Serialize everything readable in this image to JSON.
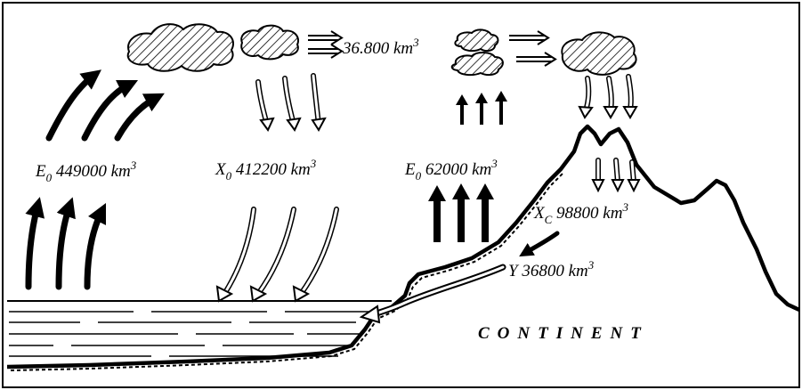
{
  "labels": {
    "evap_ocean": {
      "symbol": "E",
      "sub": "0",
      "value": " 449000 km",
      "sup": "3"
    },
    "precip_ocean": {
      "symbol": "X",
      "sub": "0",
      "value": " 412200 km",
      "sup": "3"
    },
    "evap_land": {
      "symbol": "E",
      "sub": "0",
      "value": " 62000 km",
      "sup": "3"
    },
    "precip_land": {
      "symbol": "X",
      "sub": "C",
      "value": " 98800 km",
      "sup": "3"
    },
    "runoff": {
      "symbol": "Y",
      "value": " 36800 km",
      "sup": "3"
    },
    "transport": {
      "value": "36.800 km",
      "sup": "3"
    }
  },
  "continent_label": "CONTINENT"
}
